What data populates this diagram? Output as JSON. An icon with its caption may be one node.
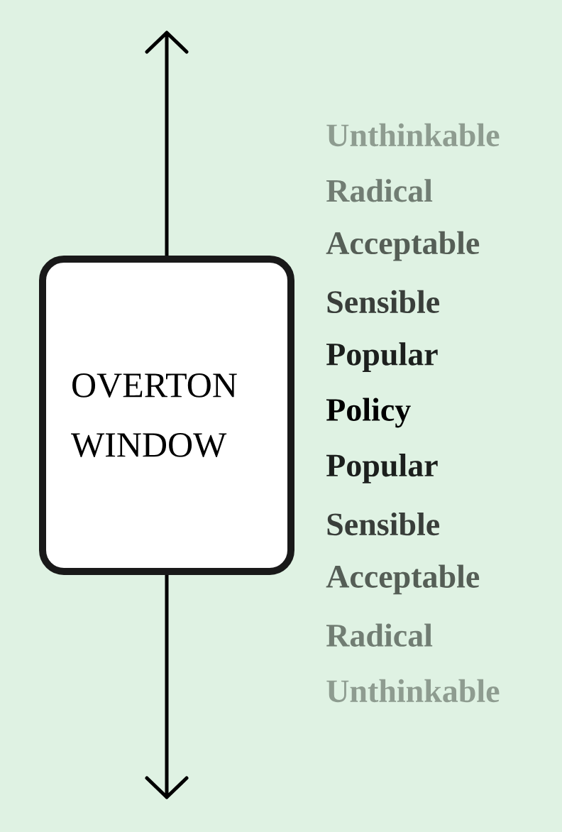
{
  "diagram": {
    "nodes": [
      {
        "text": [
          "OVERTON WINDOW"
        ]
      }
    ],
    "labels": [
      "Unthinkable",
      "Radical",
      "Acceptable",
      "Sensible",
      "Popular",
      "Policy",
      "Popular",
      "Sensible",
      "Acceptable",
      "Radical",
      "Unthinkable"
    ]
  }
}
